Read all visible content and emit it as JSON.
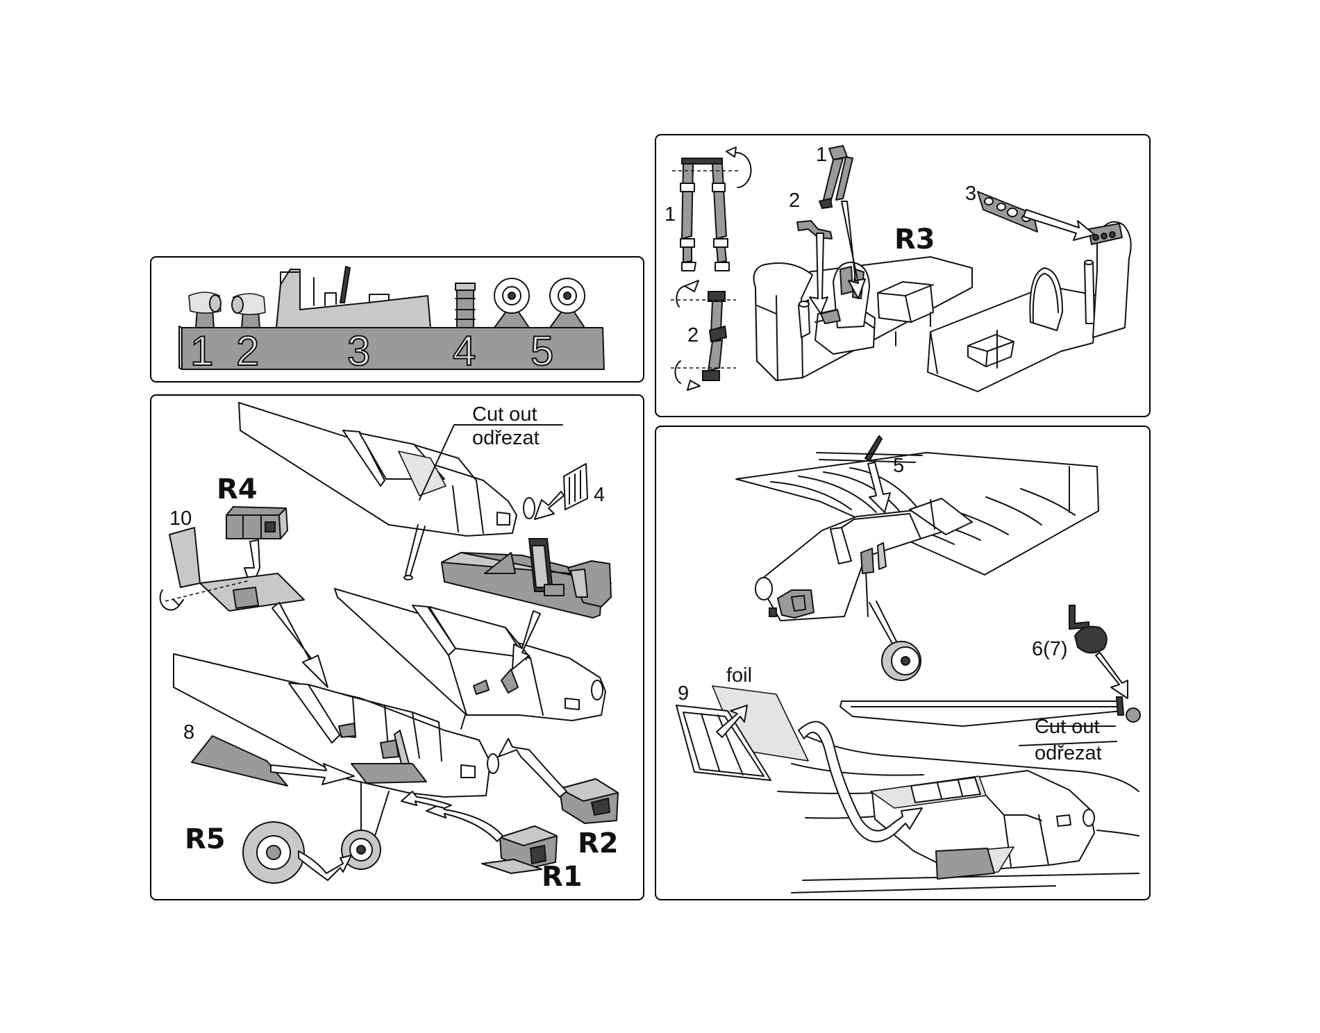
{
  "sprue": {
    "numbers": [
      "1",
      "2",
      "3",
      "4",
      "5"
    ]
  },
  "assembly_left": {
    "callout_cut_en": "Cut out",
    "callout_cut_cz": "odřezat",
    "part_4": "4",
    "part_10": "10",
    "part_8": "8",
    "ref_r1": "R1",
    "ref_r2": "R2",
    "ref_r4": "R4",
    "ref_r5": "R5"
  },
  "harness": {
    "part_1a": "1",
    "part_2a": "2",
    "part_1b": "1",
    "part_2b": "2",
    "part_3": "3",
    "ref_r3": "R3"
  },
  "assembly_right": {
    "part_5": "5",
    "part_6_7": "6(7)",
    "part_9": "9",
    "foil": "foil",
    "callout_cut_en": "Cut out",
    "callout_cut_cz": "odřezat"
  },
  "colors": {
    "line": "#111111",
    "resin_grey": "#9a9a9a",
    "light_grey": "#c8c8c8",
    "foil_grey": "#e4e4e4"
  }
}
